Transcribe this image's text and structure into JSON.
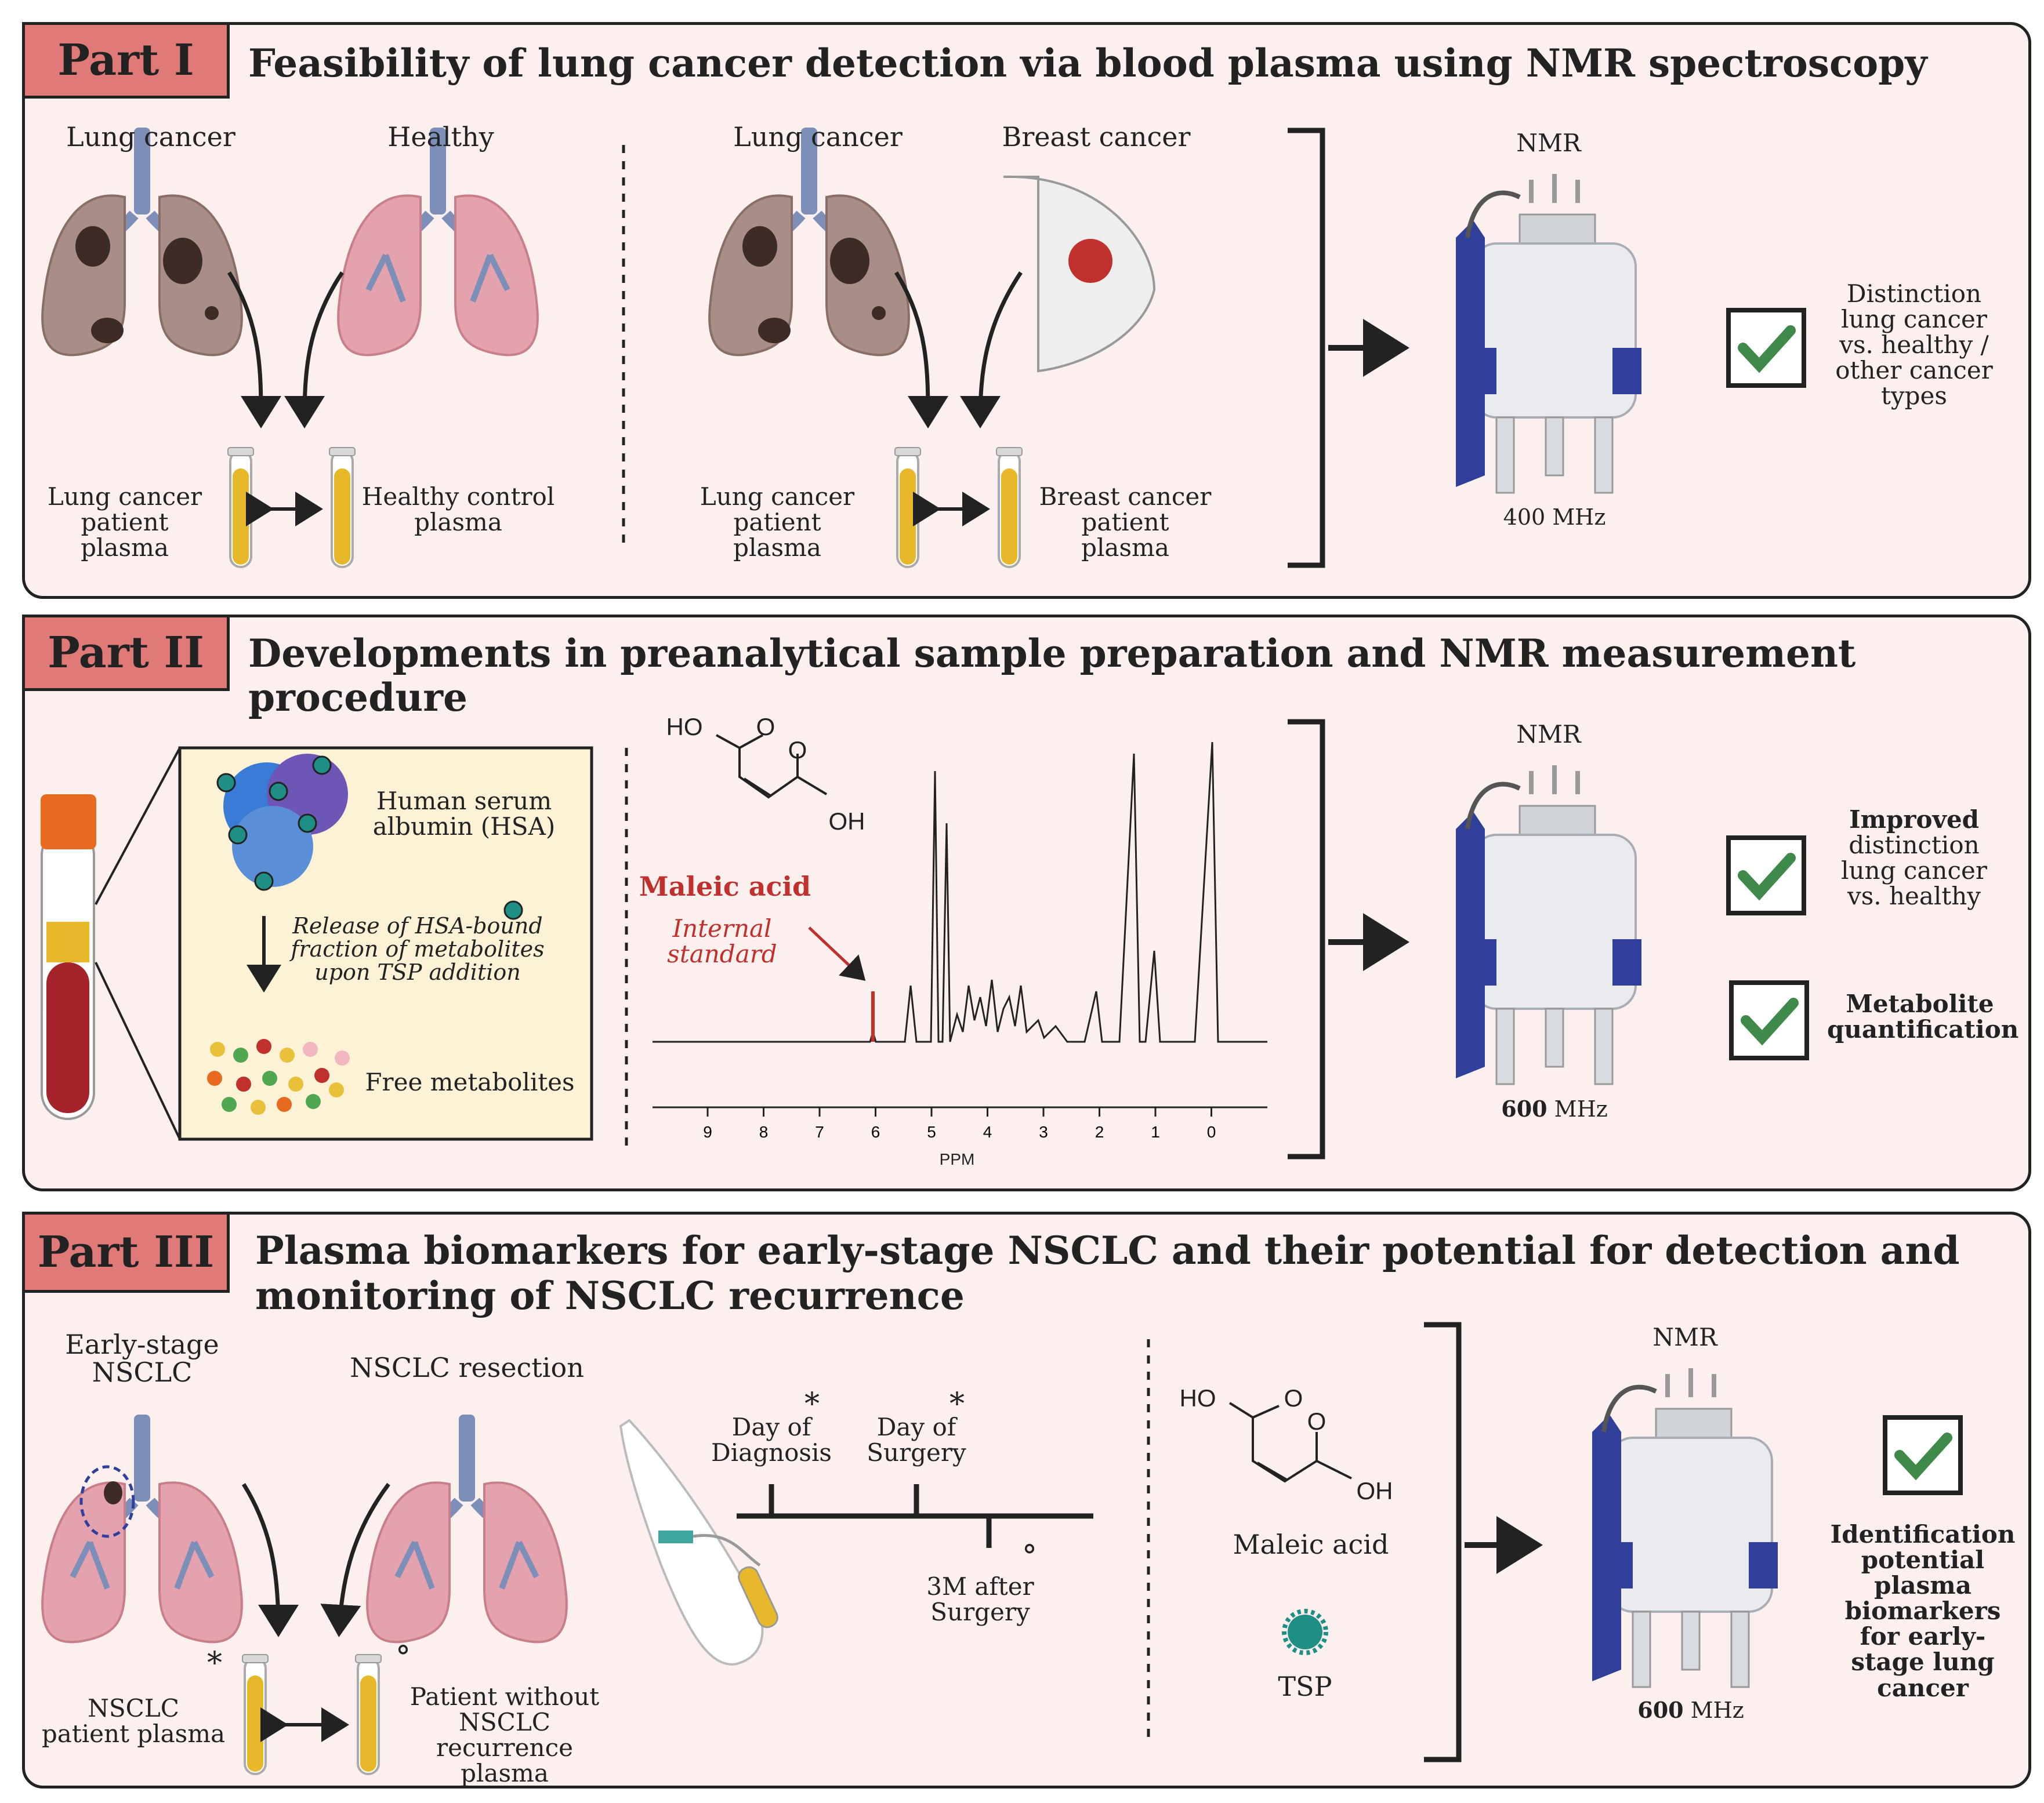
{
  "part1": {
    "tag": "Part I",
    "title": "Feasibility of lung cancer detection via blood plasma using NMR spectroscopy",
    "left": {
      "a": "Lung cancer",
      "b": "Healthy",
      "tube_a": "Lung cancer patient plasma",
      "tube_b": "Healthy control plasma"
    },
    "mid": {
      "a": "Lung cancer",
      "b": "Breast cancer",
      "tube_a": "Lung cancer patient plasma",
      "tube_b": "Breast cancer patient plasma"
    },
    "nmr": "NMR",
    "freq": "400 MHz",
    "result": "Distinction lung cancer vs. healthy / other cancer types"
  },
  "part2": {
    "tag": "Part II",
    "title": "Developments in preanalytical sample preparation and NMR measurement procedure",
    "hsa": "Human serum albumin (HSA)",
    "release": "Release of HSA-bound fraction of metabolites upon TSP addition",
    "free": "Free metabolites",
    "maleic": "Maleic acid",
    "internal": "Internal standard",
    "chem_ho": "HO",
    "chem_o": "O",
    "chem_oh": "OH",
    "ppm_label": "PPM",
    "ppm_ticks": [
      "9",
      "8",
      "7",
      "6",
      "5",
      "4",
      "3",
      "2",
      "1",
      "0"
    ],
    "nmr": "NMR",
    "freq_num": "600",
    "freq_unit": "MHz",
    "result1_bold": "Improved",
    "result1_rest": "distinction lung cancer vs. healthy",
    "result2": "Metabolite quantification"
  },
  "part3": {
    "tag": "Part III",
    "title_line1": "Plasma biomarkers for early-stage NSCLC and their potential for detection and",
    "title_line2": "monitoring of NSCLC recurrence",
    "early": "Early-stage NSCLC",
    "resection": "NSCLC resection",
    "tube_a": "NSCLC patient plasma",
    "tube_b": "Patient without NSCLC recurrence plasma",
    "star": "*",
    "circle": "°",
    "timeline": [
      "Day of Diagnosis",
      "Day of Surgery",
      "3M after Surgery"
    ],
    "maleic": "Maleic acid",
    "tsp": "TSP",
    "chem_ho": "HO",
    "chem_o": "O",
    "chem_oh": "OH",
    "nmr": "NMR",
    "freq_num": "600",
    "freq_unit": "MHz",
    "result": "Identification potential plasma biomarkers for early-stage lung cancer"
  },
  "colors": {
    "panel": "#fcf0ef",
    "tag": "#e07a78",
    "magnet": "#2f3f9a",
    "check": "#3f8a4a",
    "tube": "#e7b92a",
    "maleic": "#c0302c",
    "tsp": "#1f8f86"
  }
}
